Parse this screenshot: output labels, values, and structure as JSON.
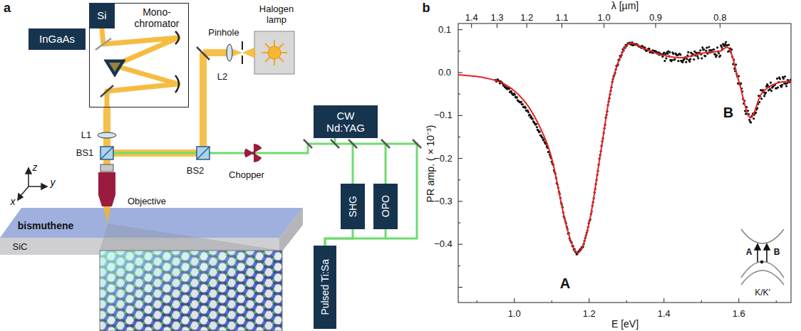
{
  "diagram": {
    "nodes": [
      {
        "text": [
          "Mono- chromator"
        ]
      },
      {
        "text": [
          "Si"
        ]
      },
      {
        "text": [
          "InGaAs"
        ]
      },
      {
        "text": [
          "Halogen lamp"
        ]
      },
      {
        "text": [
          "CW Nd:YAG"
        ]
      },
      {
        "text": [
          "SHG"
        ]
      },
      {
        "text": [
          "OPO"
        ]
      },
      {
        "text": [
          "Pulsed Ti:Sa"
        ]
      }
    ],
    "edges": [
      {
        "from": 7,
        "to": 5,
        "arrow": "none"
      },
      {
        "from": 7,
        "to": 6,
        "arrow": "none"
      }
    ],
    "labels": [
      "a",
      "Pinhole",
      "L2",
      "L1",
      "BS1",
      "BS2",
      "Chopper",
      "Objective",
      "z",
      "y",
      "x",
      "bismuthene",
      "SiC",
      "b",
      "λ [µm]",
      "1.4",
      "1.3",
      "1.2",
      "1.1",
      "1.0",
      "0.9",
      "0.8",
      "PR amp. (×10⁻³)",
      "0.1",
      "0.0",
      "−0.1",
      "−0.2",
      "−0.3",
      "−0.4",
      "1.0",
      "1.2",
      "1.4",
      "1.6",
      "E [eV]",
      "A",
      "B",
      "A",
      "B",
      "K/K′"
    ]
  }
}
